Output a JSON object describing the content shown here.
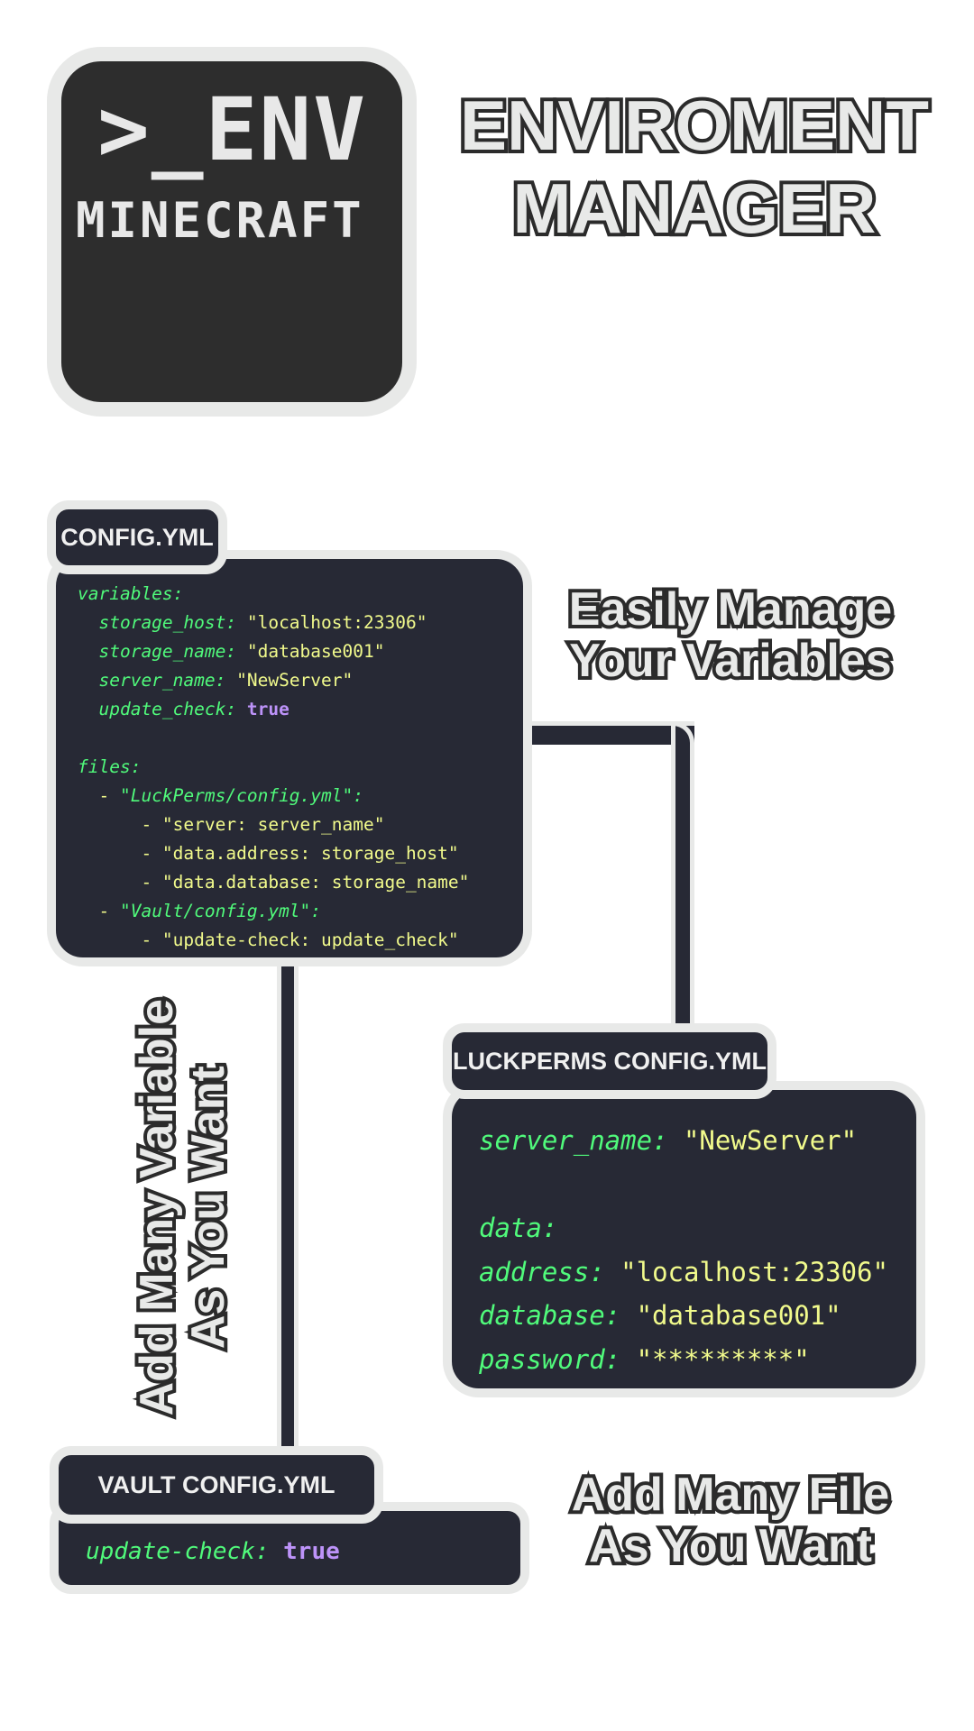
{
  "logo": {
    "line1": ">_ENV",
    "line2": "MINECRAFT"
  },
  "title": {
    "line1": "ENVIROMENT",
    "line2": "MANAGER"
  },
  "captions": {
    "variables": [
      "Easily Manage",
      "Your Variables"
    ],
    "many_variables": [
      "Add Many Variable",
      "As You Want"
    ],
    "many_files": [
      "Add Many File",
      "As You Want"
    ]
  },
  "config": {
    "tab": "CONFIG.YML",
    "lines": [
      {
        "indent": "",
        "key": "variables:",
        "val": "",
        "type": ""
      },
      {
        "indent": "  ",
        "key": "storage_host:",
        "val": " \"localhost:23306\"",
        "type": "s"
      },
      {
        "indent": "  ",
        "key": "storage_name:",
        "val": " \"database001\"",
        "type": "s"
      },
      {
        "indent": "  ",
        "key": "server_name:",
        "val": " \"NewServer\"",
        "type": "s"
      },
      {
        "indent": "  ",
        "key": "update_check:",
        "val": " true",
        "type": "b"
      },
      {
        "indent": "",
        "key": "",
        "val": "",
        "type": ""
      },
      {
        "indent": "",
        "key": "files:",
        "val": "",
        "type": ""
      },
      {
        "indent": "  - ",
        "key": "\"LuckPerms/config.yml\":",
        "val": "",
        "type": ""
      },
      {
        "indent": "      - ",
        "key": "",
        "val": "\"server: server_name\"",
        "type": "s"
      },
      {
        "indent": "      - ",
        "key": "",
        "val": "\"data.address: storage_host\"",
        "type": "s"
      },
      {
        "indent": "      - ",
        "key": "",
        "val": "\"data.database: storage_name\"",
        "type": "s"
      },
      {
        "indent": "  - ",
        "key": "\"Vault/config.yml\":",
        "val": "",
        "type": ""
      },
      {
        "indent": "      - ",
        "key": "",
        "val": "\"update-check: update_check\"",
        "type": "s"
      }
    ]
  },
  "luckperms": {
    "tab": "LUCKPERMS CONFIG.YML",
    "lines": [
      {
        "key": "server_name:",
        "val": " \"NewServer\""
      },
      {
        "key": "",
        "val": ""
      },
      {
        "key": "data:",
        "val": ""
      },
      {
        "key": "address:",
        "val": " \"localhost:23306\""
      },
      {
        "key": "database:",
        "val": " \"database001\""
      },
      {
        "key": "password:",
        "val": " \"*********\""
      }
    ]
  },
  "vault": {
    "tab": "VAULT CONFIG.YML",
    "key": "update-check:",
    "val": " true"
  },
  "colors": {
    "panel": "#272935",
    "key": "#50fa7b",
    "string": "#f1fa8c",
    "bool": "#bd93f9",
    "border": "#e8e9e8"
  }
}
